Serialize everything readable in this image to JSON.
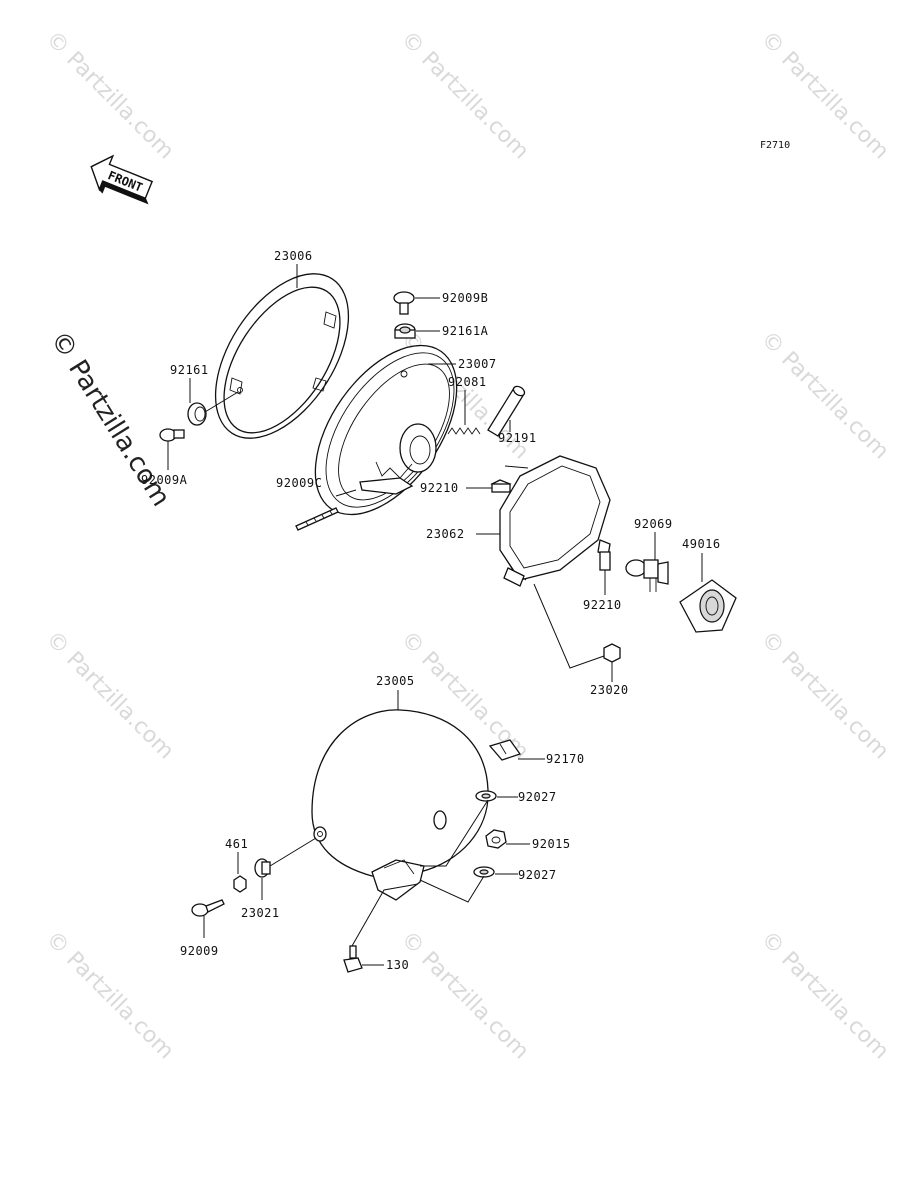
{
  "figure_code": "F2710",
  "front_label": "FRONT",
  "watermark_text": "© Partzilla.com",
  "parts": {
    "p23006": "23006",
    "p92009B": "92009B",
    "p92161A": "92161A",
    "p23007": "23007",
    "p92081": "92081",
    "p92161": "92161",
    "p92009A": "92009A",
    "p92191": "92191",
    "p92009C": "92009C",
    "p92210_top": "92210",
    "p23062": "23062",
    "p92069": "92069",
    "p49016": "49016",
    "p92210_bottom": "92210",
    "p23020": "23020",
    "p23005": "23005",
    "p92170": "92170",
    "p92027_top": "92027",
    "p461": "461",
    "p92015": "92015",
    "p92027_bottom": "92027",
    "p23021": "23021",
    "p92009": "92009",
    "p130": "130"
  }
}
